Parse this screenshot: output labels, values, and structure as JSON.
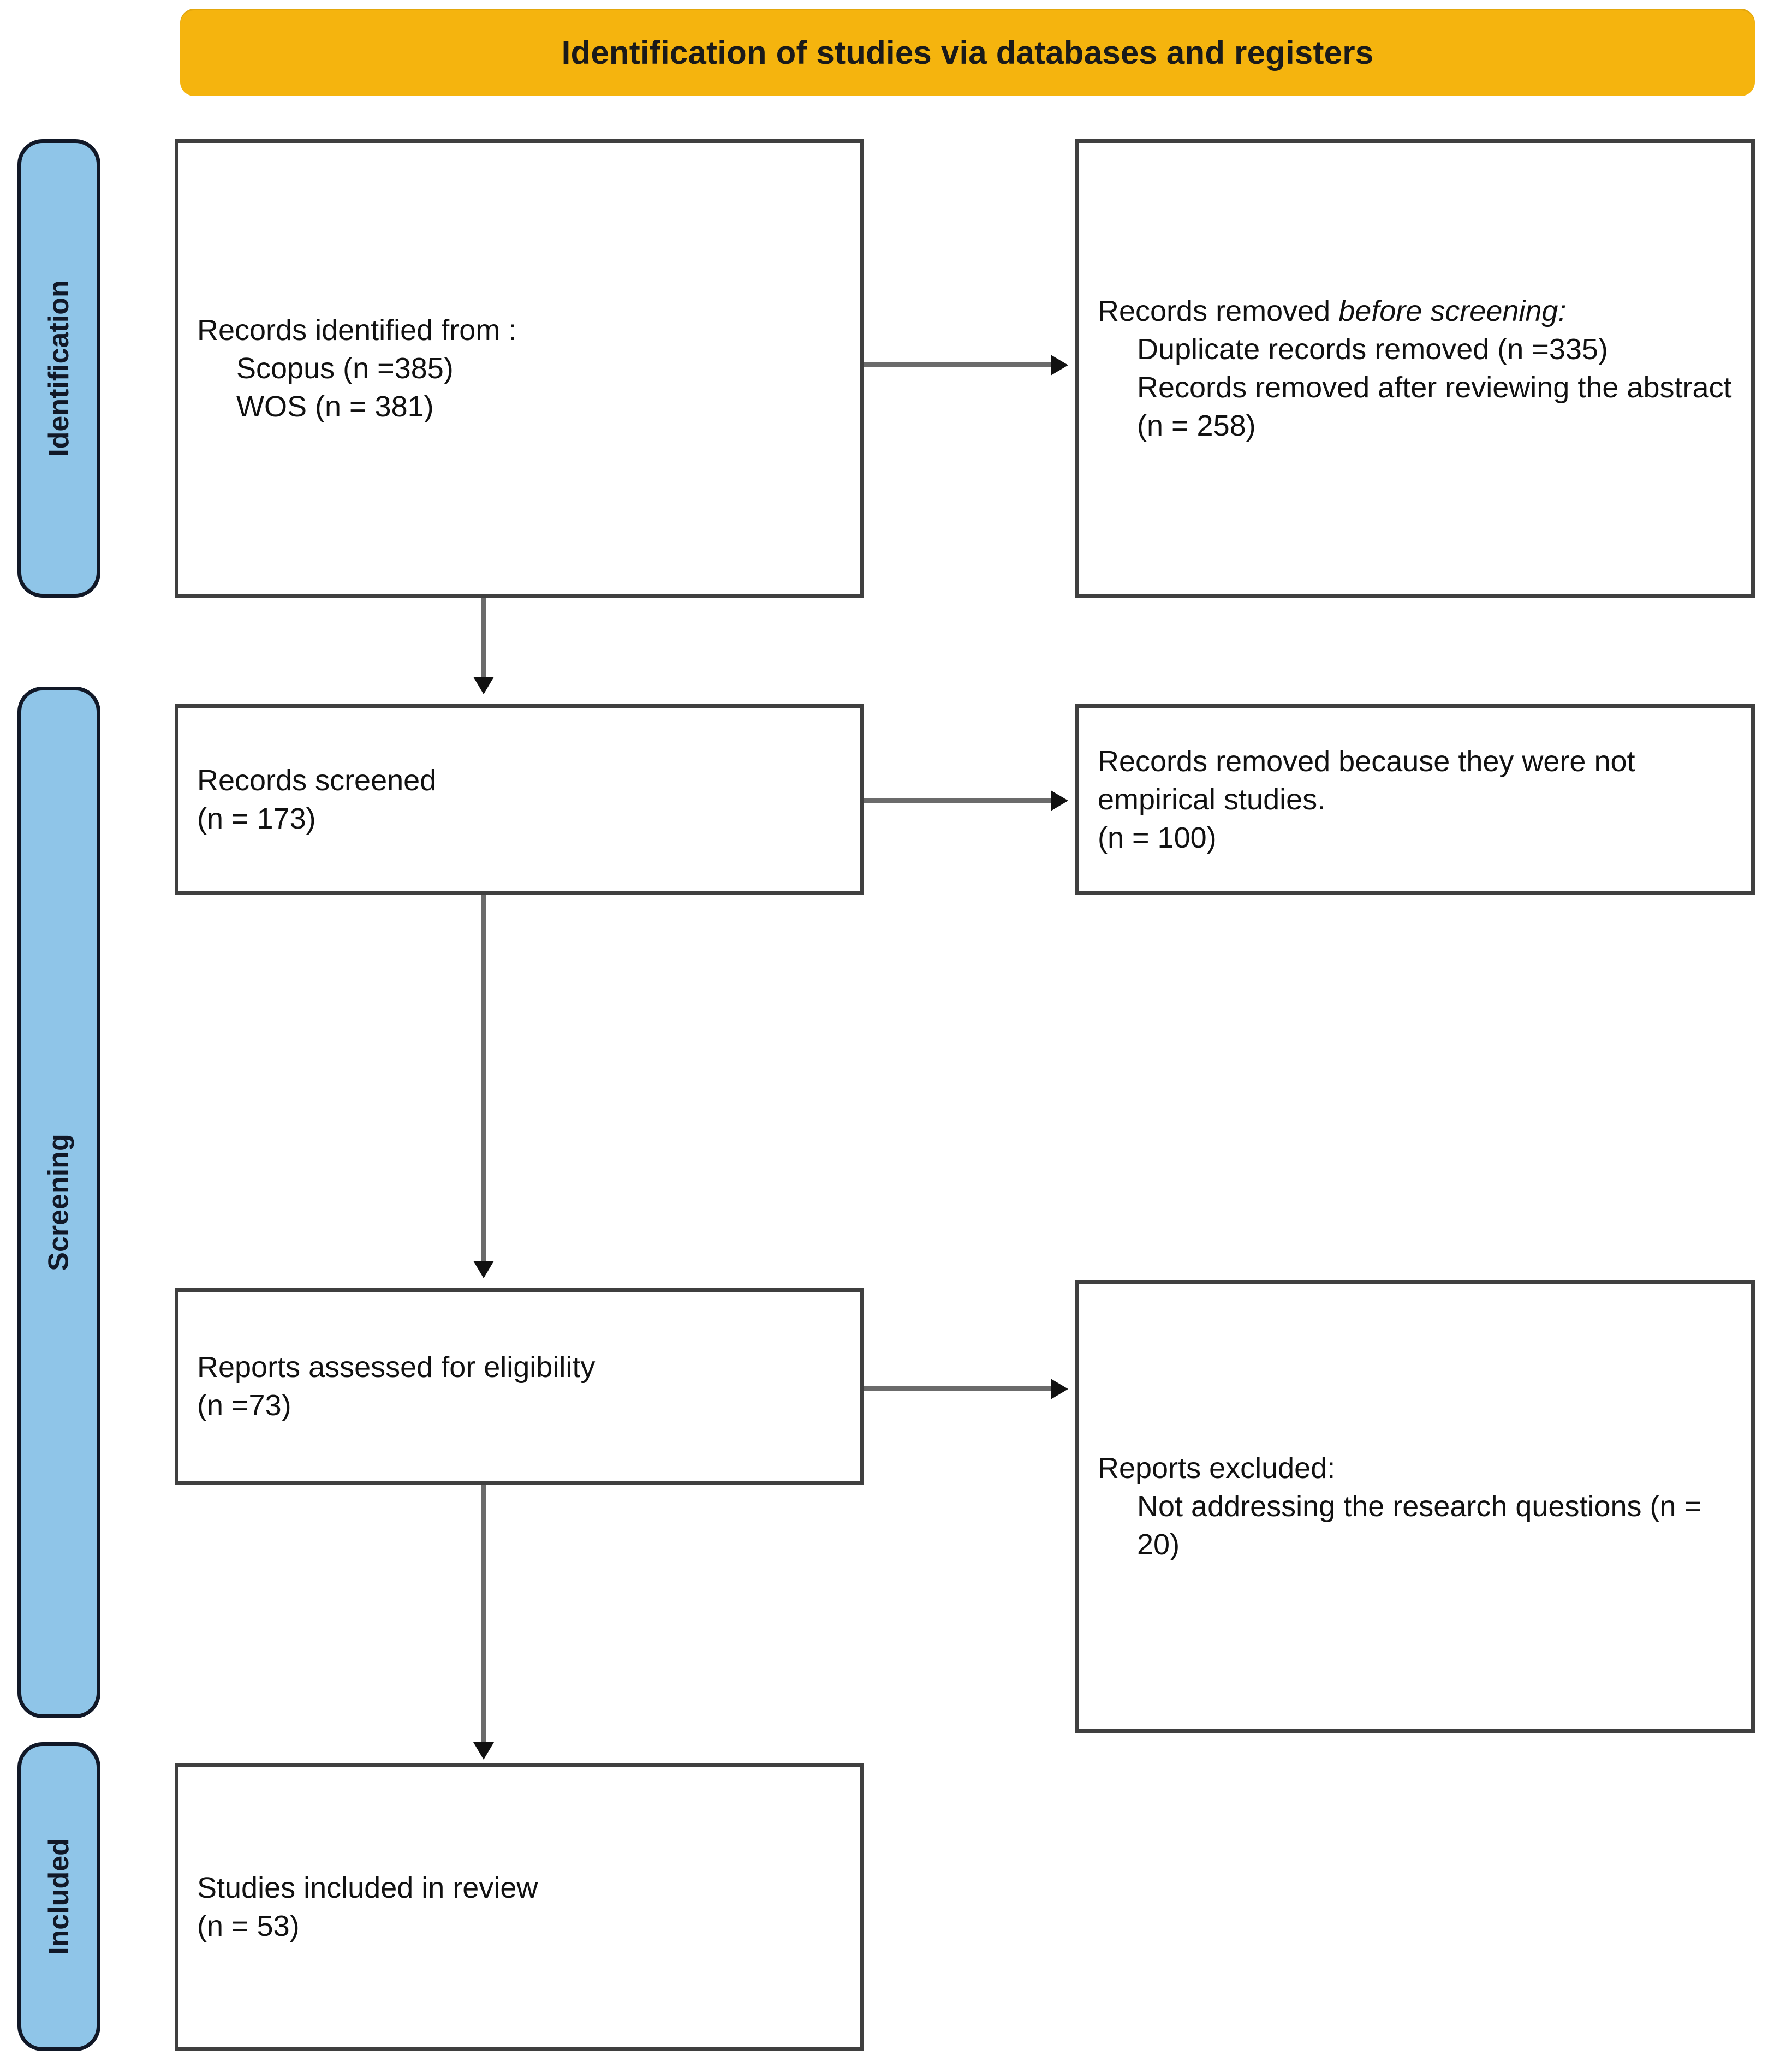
{
  "header": {
    "title": "Identification of studies via databases and registers",
    "background_color": "#F5B40E",
    "text_color": "#1a1a1a"
  },
  "stages": {
    "accent_color": "#8FC5E8",
    "border_color": "#111827",
    "items": [
      {
        "id": "identification",
        "label": "Identification"
      },
      {
        "id": "screening",
        "label": "Screening"
      },
      {
        "id": "included",
        "label": "Included"
      }
    ]
  },
  "boxes": {
    "identified": {
      "lines": [
        {
          "text": "Records identified from :",
          "indent": false,
          "italic": false
        },
        {
          "text": "Scopus (n =385)",
          "indent": true,
          "italic": false
        },
        {
          "text": "WOS (n = 381)",
          "indent": true,
          "italic": false
        }
      ]
    },
    "removed_before": {
      "lines": [
        {
          "text": "Records removed ",
          "indent": false,
          "italic": false
        },
        {
          "text": "before screening:",
          "indent": false,
          "italic": true
        },
        {
          "text": "Duplicate records removed (n =335)",
          "indent": true,
          "italic": false
        },
        {
          "text": "Records removed after reviewing the abstract (n = 258)",
          "indent": true,
          "italic": false
        }
      ]
    },
    "screened": {
      "lines": [
        {
          "text": "Records screened",
          "indent": false,
          "italic": false
        },
        {
          "text": "(n = 173)",
          "indent": false,
          "italic": false
        }
      ]
    },
    "removed_screening": {
      "lines": [
        {
          "text": "Records removed because they were not empirical studies.",
          "indent": false,
          "italic": false
        },
        {
          "text": "(n = 100)",
          "indent": false,
          "italic": false
        }
      ]
    },
    "eligibility": {
      "lines": [
        {
          "text": "Reports assessed for eligibility",
          "indent": false,
          "italic": false
        },
        {
          "text": "(n =73)",
          "indent": false,
          "italic": false
        }
      ]
    },
    "excluded": {
      "lines": [
        {
          "text": "Reports excluded:",
          "indent": false,
          "italic": false
        },
        {
          "text": "Not addressing the research questions (n = 20)",
          "indent": true,
          "italic": false
        }
      ]
    },
    "included": {
      "lines": [
        {
          "text": "Studies included in review",
          "indent": false,
          "italic": false
        },
        {
          "text": "(n = 53)",
          "indent": false,
          "italic": false
        }
      ]
    }
  },
  "flow_counts": {
    "scopus": 385,
    "wos": 381,
    "duplicates_removed": 335,
    "removed_after_abstract": 258,
    "screened": 173,
    "removed_not_empirical": 100,
    "assessed_eligibility": 73,
    "excluded_not_addressing": 20,
    "included_in_review": 53
  }
}
